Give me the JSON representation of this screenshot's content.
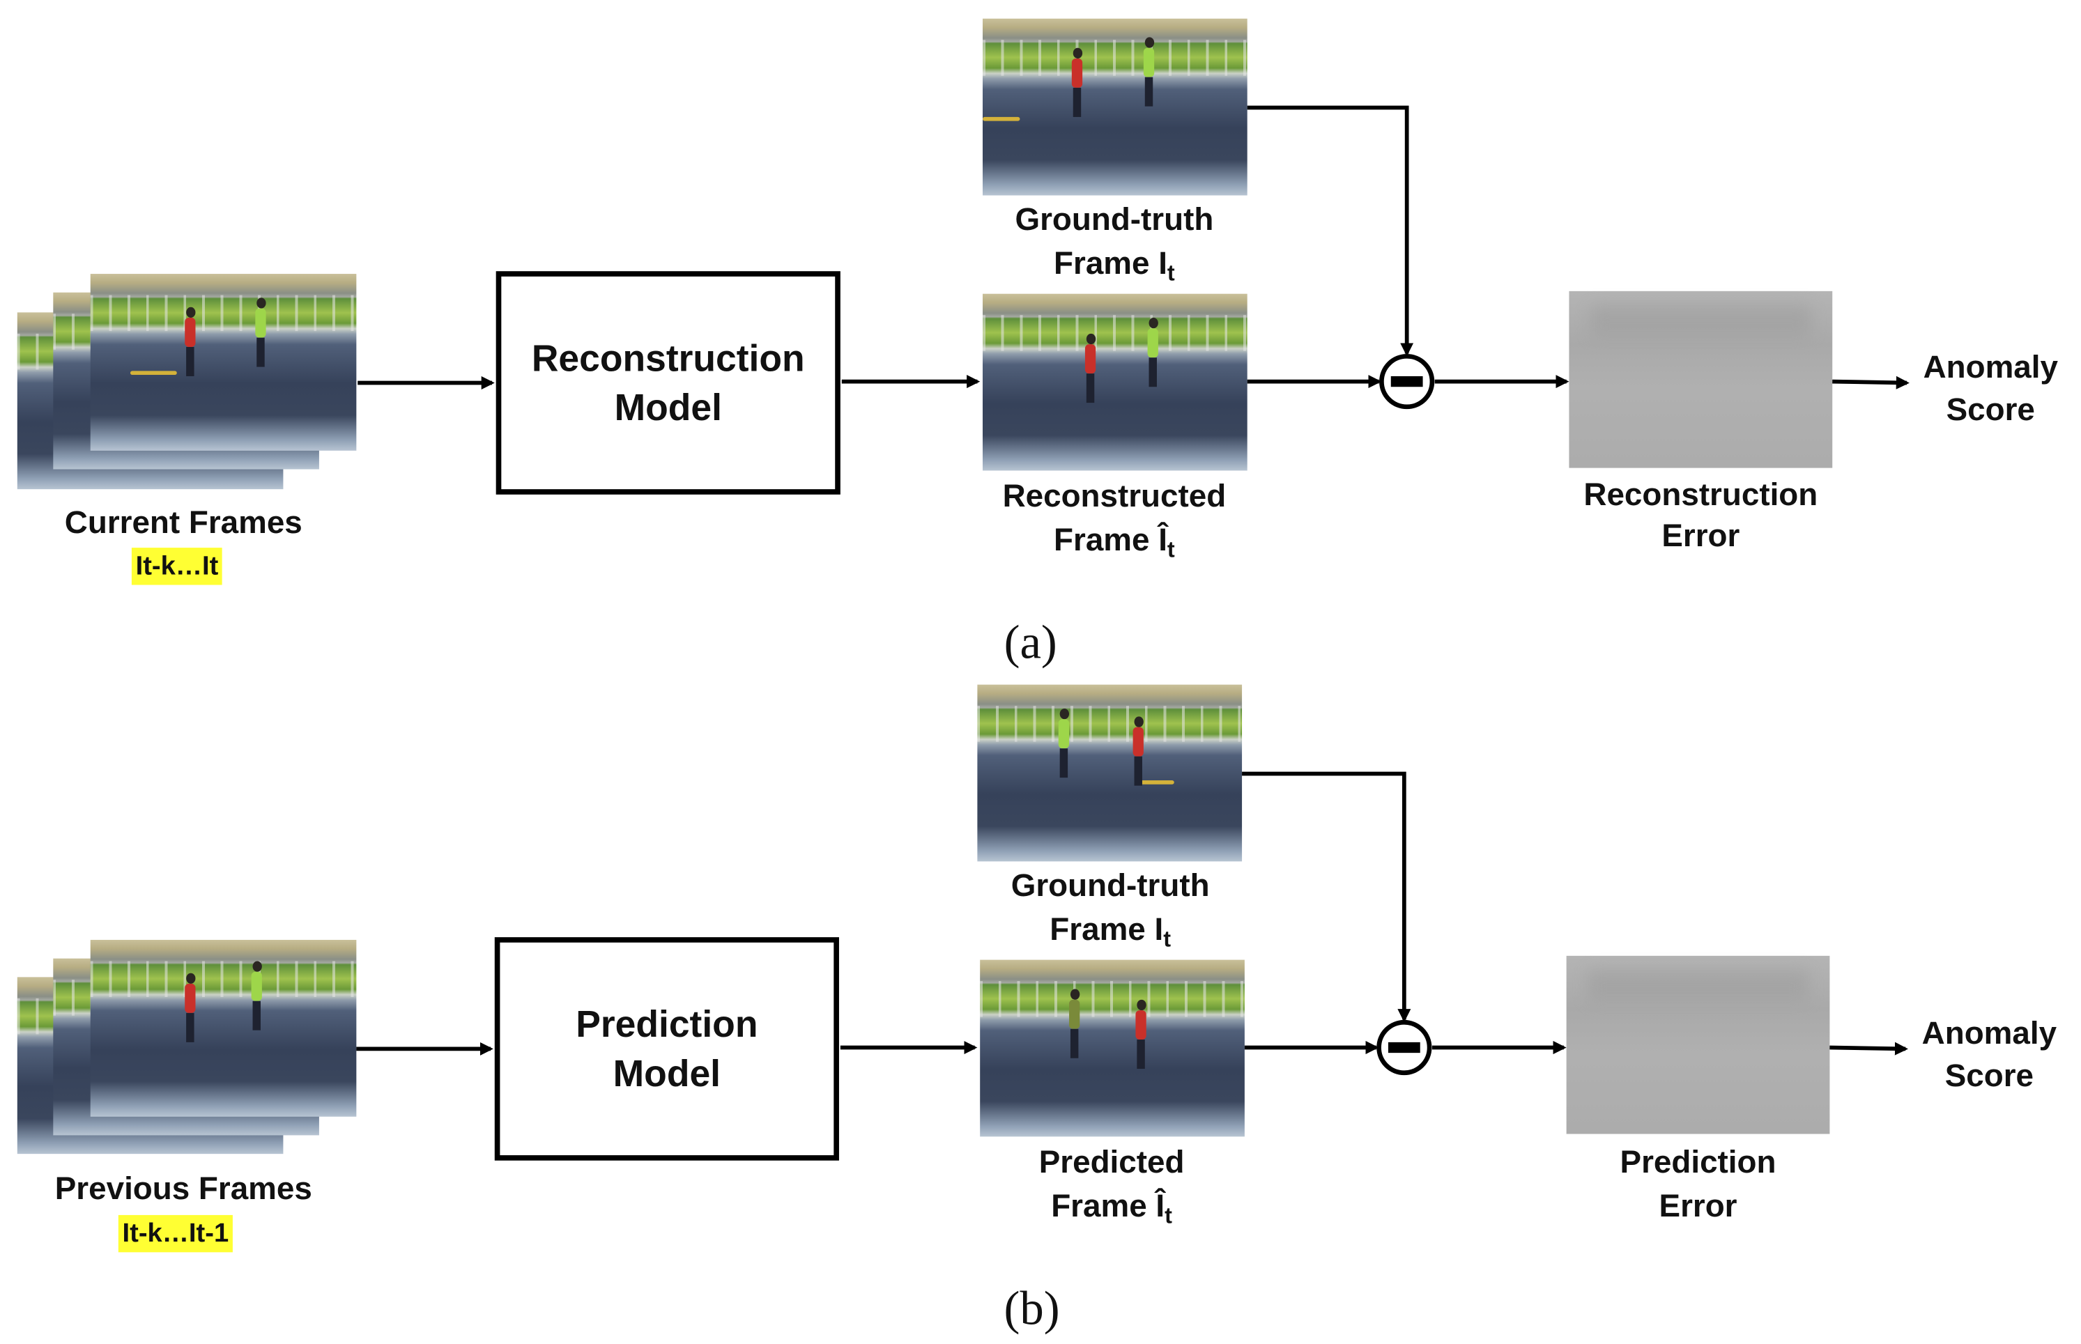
{
  "panel_a": {
    "input_label": "Current Frames",
    "input_indices": "It-k…It",
    "model_label_line1": "Reconstruction",
    "model_label_line2": "Model",
    "gt_label_line1": "Ground-truth",
    "gt_label_line2_main": "Frame I",
    "gt_label_line2_sub": "t",
    "out_label_line1": "Reconstructed",
    "out_label_line2_main": "Frame Î",
    "out_label_line2_sub": "t",
    "error_label_line1": "Reconstruction",
    "error_label_line2": "Error",
    "score_label_line1": "Anomaly",
    "score_label_line2": "Score",
    "caption": "(a)"
  },
  "panel_b": {
    "input_label": "Previous Frames",
    "input_indices": "It-k…It-1",
    "model_label_line1": "Prediction",
    "model_label_line2": "Model",
    "gt_label_line1": "Ground-truth",
    "gt_label_line2_main": "Frame I",
    "gt_label_line2_sub": "t",
    "out_label_line1": "Predicted",
    "out_label_line2_main": "Frame Î",
    "out_label_line2_sub": "t",
    "error_label_line1": "Prediction",
    "error_label_line2": "Error",
    "score_label_line1": "Anomaly",
    "score_label_line2": "Score",
    "caption": "(b)"
  },
  "colors": {
    "highlight": "#ffff33",
    "stroke": "#000000"
  },
  "icons": {
    "subtract_operator": "minus-circle-icon"
  }
}
